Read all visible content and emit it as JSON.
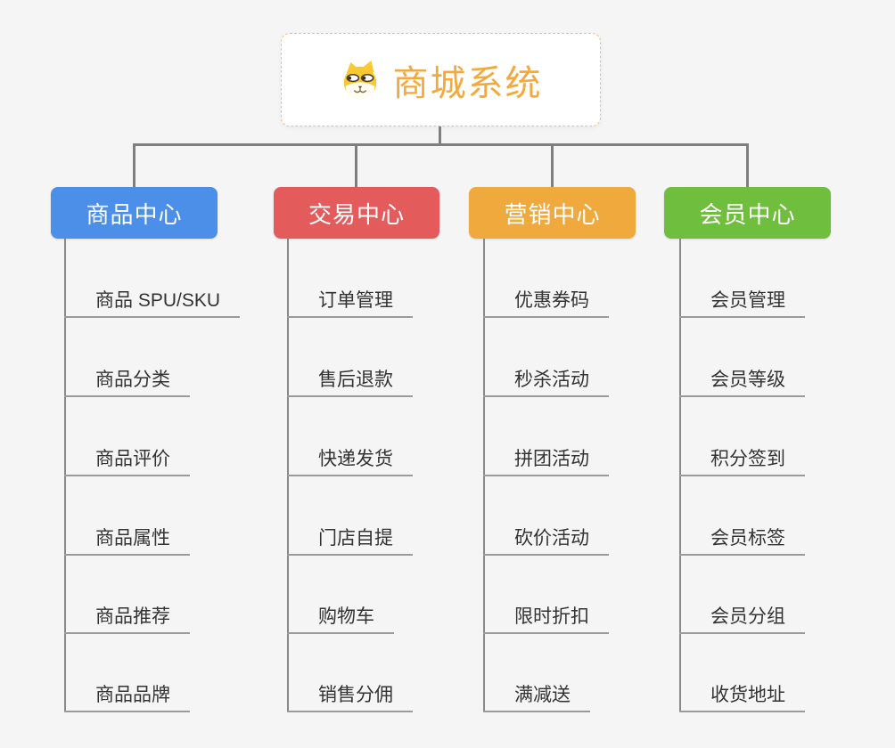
{
  "root": {
    "title": "商城系统",
    "icon": "dog-face-icon",
    "title_color": "#f5a83c",
    "border_color": "#f2c178"
  },
  "branches": [
    {
      "label": "商品中心",
      "color": "#4b8fe8",
      "items": [
        "商品 SPU/SKU",
        "商品分类",
        "商品评价",
        "商品属性",
        "商品推荐",
        "商品品牌"
      ]
    },
    {
      "label": "交易中心",
      "color": "#e45b5b",
      "items": [
        "订单管理",
        "售后退款",
        "快递发货",
        "门店自提",
        "购物车",
        "销售分佣"
      ]
    },
    {
      "label": "营销中心",
      "color": "#efa93c",
      "items": [
        "优惠券码",
        "秒杀活动",
        "拼团活动",
        "砍价活动",
        "限时折扣",
        "满减送"
      ]
    },
    {
      "label": "会员中心",
      "color": "#6fbe3e",
      "items": [
        "会员管理",
        "会员等级",
        "积分签到",
        "会员标签",
        "会员分组",
        "收货地址"
      ]
    }
  ],
  "colors": {
    "background": "#f5f5f5",
    "connector": "#7f7f7f",
    "leaf_underline": "#9a9a9a",
    "leaf_text": "#333333"
  }
}
